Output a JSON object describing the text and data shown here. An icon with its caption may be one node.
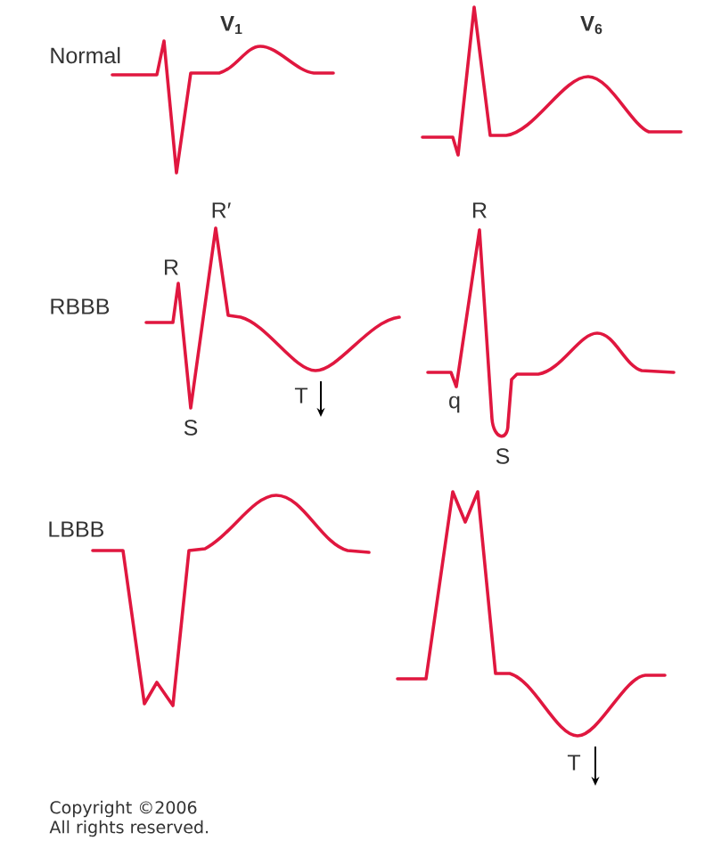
{
  "diagram": {
    "labels": [
      "V$_{1}$",
      "V$_{6}$",
      "Normal",
      "RBBB",
      "R",
      "R′",
      "S",
      "T",
      "R",
      "q",
      "S",
      "LBBB",
      "T",
      "Copyright ©2006",
      "All rights reserved."
    ]
  }
}
